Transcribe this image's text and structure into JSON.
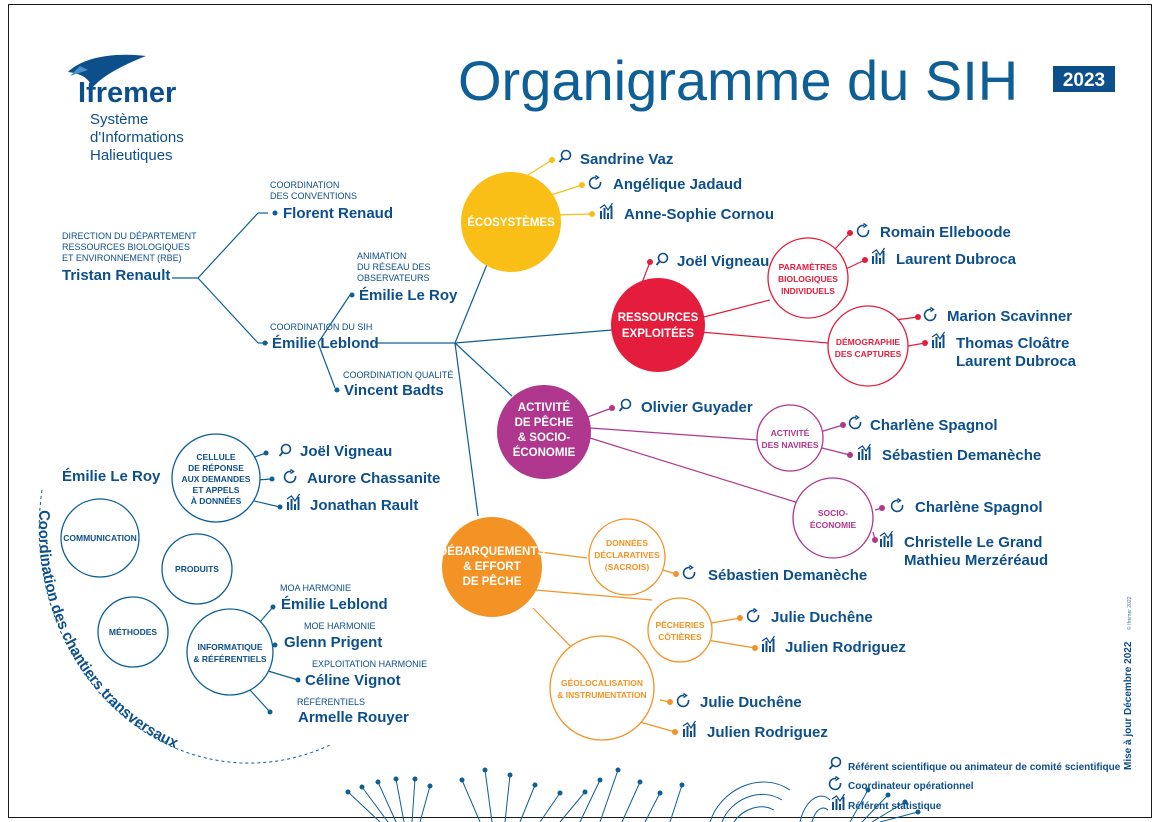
{
  "header": {
    "logo_text": "Ifremer",
    "org_line1": "Système",
    "org_line2": "d'Informations",
    "org_line3": "Halieutiques",
    "title": "Organigramme du  SIH",
    "year": "2023"
  },
  "left_tree": {
    "direction_role1": "DIRECTION DU DÉPARTEMENT",
    "direction_role2": "RESSOURCES BIOLOGIQUES",
    "direction_role3": "ET ENVIRONNEMENT (RBE)",
    "direction_name": "Tristan Renault",
    "conv_role1": "COORDINATION",
    "conv_role2": "DES CONVENTIONS",
    "conv_name": "Florent Renaud",
    "anim_role1": "ANIMATION",
    "anim_role2": "DU RÉSEAU DES",
    "anim_role3": "OBSERVATEURS",
    "anim_name": "Émilie Le Roy",
    "sih_role": "COORDINATION DU SIH",
    "sih_name": "Émilie Leblond",
    "qual_role": "COORDINATION QUALITÉ",
    "qual_name": "Vincent Badts"
  },
  "ecosystemes": {
    "label": "ÉCOSYSTÈMES",
    "p1": "Sandrine Vaz",
    "p2": "Angélique Jadaud",
    "p3": "Anne-Sophie Cornou"
  },
  "ressources": {
    "label1": "RESSOURCES",
    "label2": "EXPLOITÉES",
    "ref": "Joël Vigneau",
    "sub1_l1": "PARAMÈTRES",
    "sub1_l2": "BIOLOGIQUES",
    "sub1_l3": "INDIVIDUELS",
    "sub1_p1": "Romain Elleboode",
    "sub1_p2": "Laurent Dubroca",
    "sub2_l1": "DÉMOGRAPHIE",
    "sub2_l2": "DES CAPTURES",
    "sub2_p1": "Marion Scavinner",
    "sub2_p2a": "Thomas Cloâtre",
    "sub2_p2b": "Laurent Dubroca"
  },
  "activite": {
    "label1": "ACTIVITÉ",
    "label2": "DE PÊCHE",
    "label3": "& SOCIO-",
    "label4": "ÉCONOMIE",
    "ref": "Olivier Guyader",
    "sub1_l1": "ACTIVITÉ",
    "sub1_l2": "DES NAVIRES",
    "sub1_p1": "Charlène Spagnol",
    "sub1_p2": "Sébastien Demanèche",
    "sub2_l1": "SOCIO-",
    "sub2_l2": "ÉCONOMIE",
    "sub2_p1": "Charlène Spagnol",
    "sub2_p2a": "Christelle Le Grand",
    "sub2_p2b": "Mathieu Merzéréaud"
  },
  "debarquements": {
    "label1": "DÉBARQUEMENTS",
    "label2": "& EFFORT",
    "label3": "DE PÊCHE",
    "sub1_l1": "DONNÉES",
    "sub1_l2": "DÉCLARATIVES",
    "sub1_l3": "(SACROIS)",
    "sub1_p1": "Sébastien Demanèche",
    "sub2_l1": "PÊCHERIES",
    "sub2_l2": "CÔTIÈRES",
    "sub2_p1": "Julie Duchêne",
    "sub2_p2": "Julien Rodriguez",
    "sub3_l1": "GÉOLOCALISATION",
    "sub3_l2": "& INSTRUMENTATION",
    "sub3_p1": "Julie Duchêne",
    "sub3_p2": "Julien Rodriguez"
  },
  "transversal": {
    "cellule_l1": "CELLULE",
    "cellule_l2": "DE RÉPONSE",
    "cellule_l3": "AUX DEMANDES",
    "cellule_l4": "ET APPELS",
    "cellule_l5": "À DONNÉES",
    "cellule_p1": "Joël Vigneau",
    "cellule_p2": "Aurore Chassanite",
    "cellule_p3": "Jonathan Rault",
    "comm_head": "Émilie Le Roy",
    "comm": "COMMUNICATION",
    "produits": "PRODUITS",
    "methodes": "MÉTHODES",
    "info_l1": "INFORMATIQUE",
    "info_l2": "& RÉFÉRENTIELS",
    "moa_role": "MOA HARMONIE",
    "moa_name": "Émilie Leblond",
    "moe_role": "MOE HARMONIE",
    "moe_name": "Glenn Prigent",
    "exp_role": "EXPLOITATION HARMONIE",
    "exp_name": "Céline Vignot",
    "ref_role": "RÉFÉRENTIELS",
    "ref_name": "Armelle Rouyer",
    "arc_text": "Coordination des chantiers transversaux"
  },
  "legend": {
    "l1": "Référent scientifique ou animateur de comité scientifique",
    "l2": "Coordinateur opérationnel",
    "l3": "Référent statistique"
  },
  "footer": {
    "update": "Mise à jour Décembre 2022",
    "credit": "© Ifremer 2022"
  },
  "colors": {
    "navy": "#0d4f8b",
    "ecosystemes": "#f9bf16",
    "ressources": "#e31d3b",
    "activite": "#b0378e",
    "debarquements": "#f39325"
  }
}
